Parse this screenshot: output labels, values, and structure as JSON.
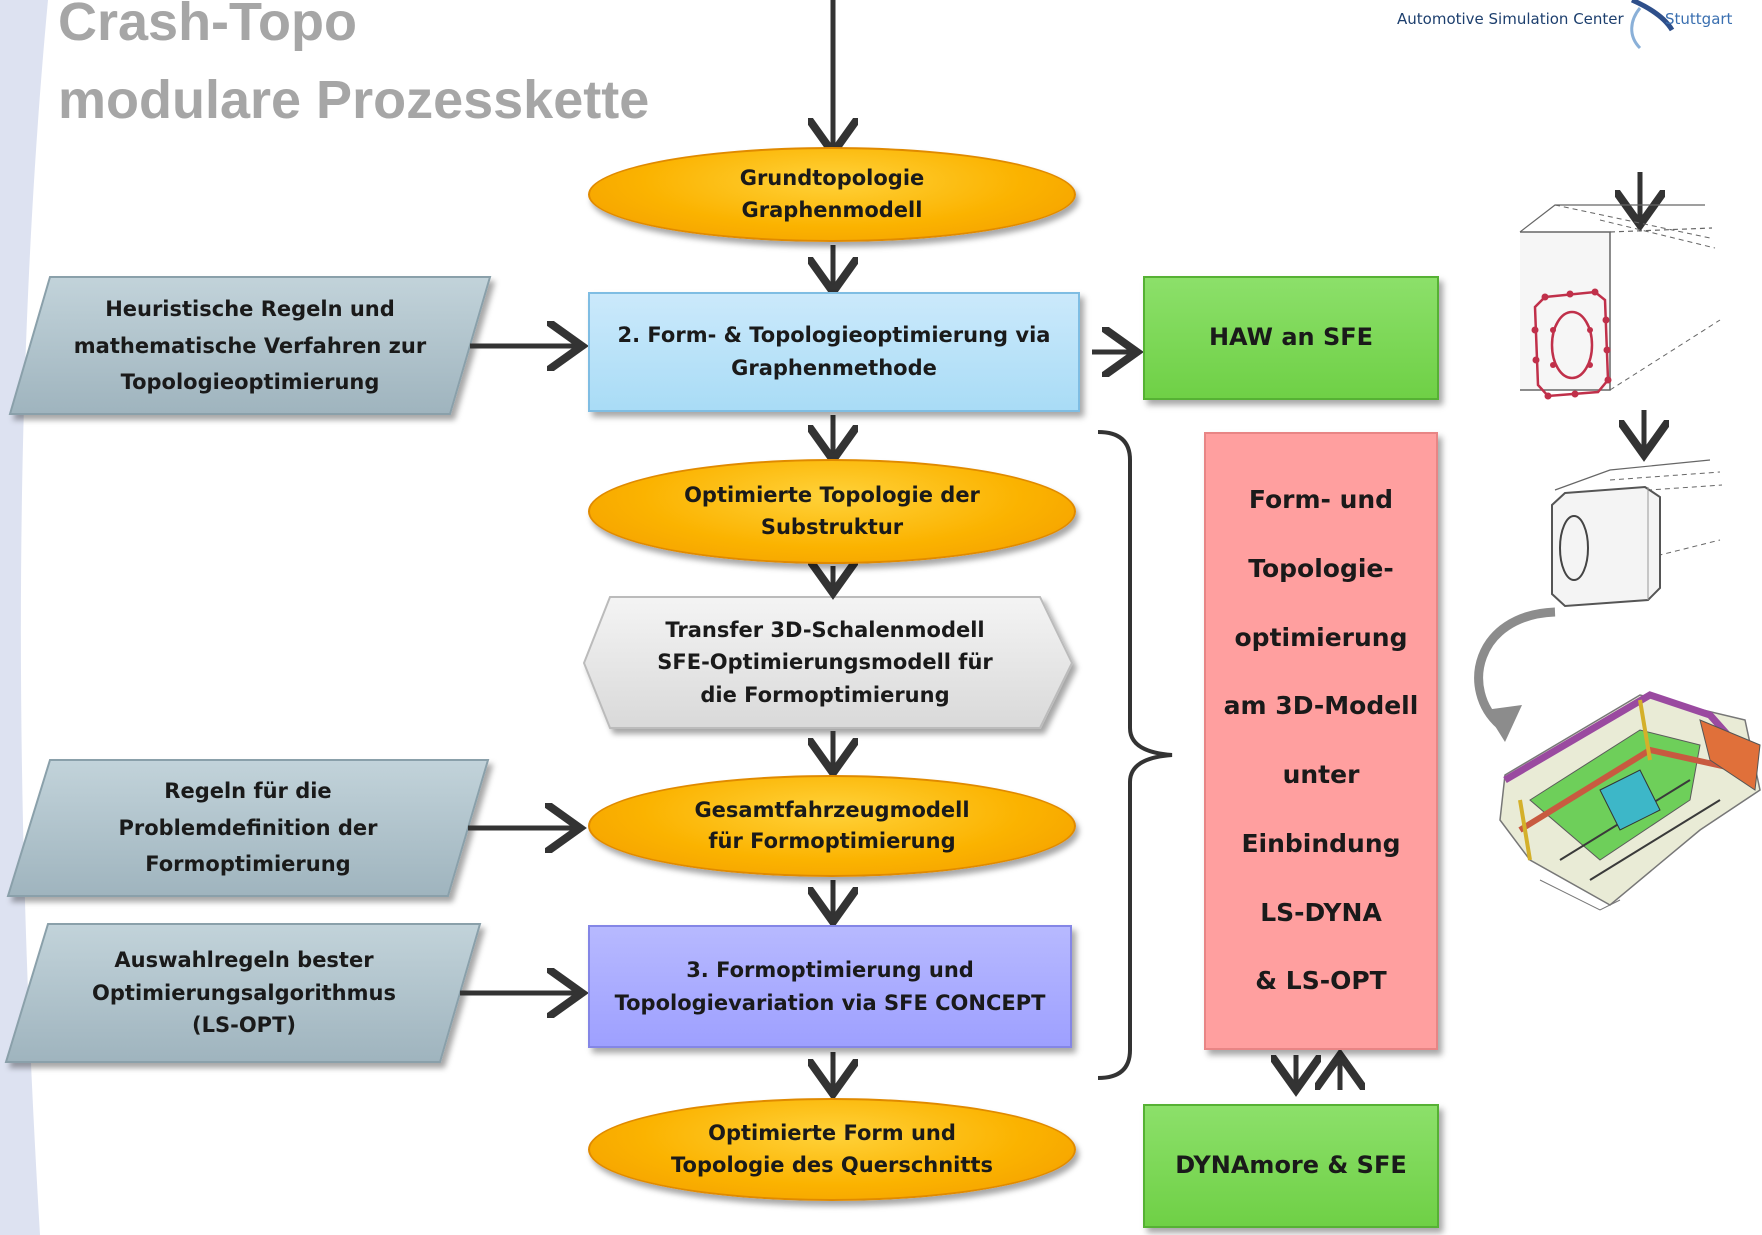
{
  "header": {
    "title_line1": "Crash-Topo",
    "title_line2": "modulare Prozesskette"
  },
  "logo": {
    "org_name": "Automotive Simulation Center",
    "city": "Stuttgart"
  },
  "nodes": {
    "grundtopologie": "Grundtopologie\nGraphenmodell",
    "step2": "2.  Form- & Topologieoptimierung via\nGraphenmethode",
    "heuristic_rules": "Heuristische Regeln und\nmathematische Verfahren zur\nTopologieoptimierung",
    "haw_sfe": "HAW an SFE",
    "optimized_topology": "Optimierte Topologie der\nSubstruktur",
    "transfer": "Transfer 3D-Schalenmodell\nSFE-Optimierungsmodell für\ndie Formoptimierung",
    "rules_problem": "Regeln für die\nProblemdefinition der\nFormoptimierung",
    "total_vehicle": "Gesamtfahrzeugmodell\nfür Formoptimierung",
    "selection_rules": "Auswahlregeln bester\nOptimierungsalgorithmus\n(LS-OPT)",
    "step3": "3.  Formoptimierung und\nTopologievariation via SFE CONCEPT",
    "optimized_form": "Optimierte  Form  und\nTopologie des Querschnitts",
    "form_topo_3d": "Form- und\nTopologie-\noptimierung\nam 3D-Modell\nunter\nEinbindung\nLS-DYNA\n& LS-OPT",
    "dynamore_sfe": "DYNAmore & SFE"
  },
  "colors": {
    "title_gray": "#a6a6a6",
    "arrow": "#333333",
    "ellipse_orange": "#fbb300",
    "blue_box": "#a9dcf6",
    "purple_box": "#9ea0ff",
    "green_box": "#6fd046",
    "pink_box": "#ff9f9f",
    "gray_parallelogram": "#a9bdc6",
    "light_hexagon": "#e6e6e6"
  },
  "icons": {
    "logo": "asc-logo-arc",
    "beam_graph": "beam-graph-model-icon",
    "beam_shell": "beam-shell-model-icon",
    "vehicle": "vehicle-body-fe-model-icon"
  }
}
